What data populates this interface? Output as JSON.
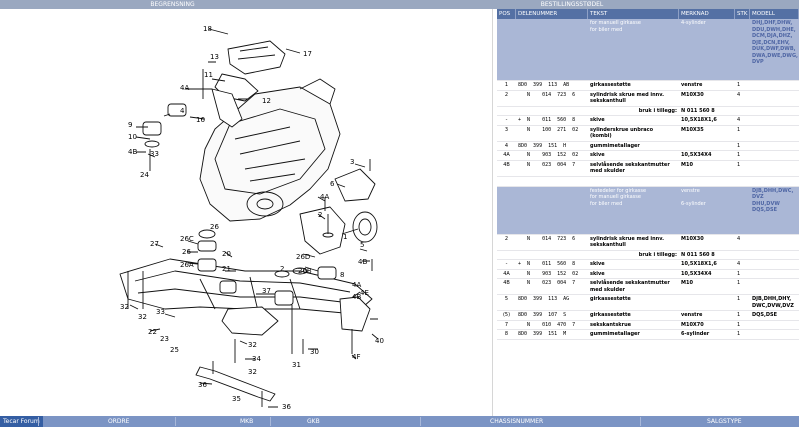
{
  "header": {
    "left": "BEGRENSNING",
    "right": "BESTILLINGSSTØDEL"
  },
  "table": {
    "columns": [
      "POS",
      "DELENUMMER",
      "TEKST",
      "MERKNAD",
      "STK",
      "MODELL"
    ],
    "group1": {
      "tekst": "for manuell girkasse\nfor biler med",
      "merknad": "4-sylinder",
      "modell": "DHJ,DHF,DHW,\nDDU,DWH,DHE,\nDCM,DJA,DHZ,\nDJE,DCN,EHV,\nDUK,DWF,DWB,\nDWA,DWE,DWG,\nDVP"
    },
    "rows1": [
      {
        "pos": "1",
        "del": "8D0  399  113  AB",
        "tekst": "girkassestøtte",
        "merknad": "venstre",
        "stk": "1",
        "modell": ""
      },
      {
        "pos": "2",
        "del": "   N    014  723  6",
        "tekst": "sylindrisk skrue med innv.\nsekskanthull",
        "merknad": "M10X30",
        "stk": "4",
        "modell": ""
      },
      {
        "pos": "",
        "del": "",
        "tekst": "bruk i tillegg:",
        "merknad": "N   011 560 8",
        "stk": "",
        "modell": ""
      },
      {
        "pos": "-",
        "del": "+  N    011  560  8",
        "tekst": "skive",
        "merknad": "10,5X18X1,6",
        "stk": "4",
        "modell": ""
      },
      {
        "pos": "3",
        "del": "   N    100  271  02",
        "tekst": "sylinderskrue unbraco\n(kombi)",
        "merknad": "M10X35",
        "stk": "1",
        "modell": ""
      },
      {
        "pos": "4",
        "del": "8D0  399  151  H",
        "tekst": "gummimetallager",
        "merknad": "",
        "stk": "1",
        "modell": ""
      },
      {
        "pos": "4A",
        "del": "   N    903  152  02",
        "tekst": "skive",
        "merknad": "10,5X34X4",
        "stk": "1",
        "modell": ""
      },
      {
        "pos": "4B",
        "del": "   N    023  004  7",
        "tekst": "selvlåsende sekskantmutter\nmed skulder",
        "merknad": "M10",
        "stk": "1",
        "modell": ""
      }
    ],
    "group2": {
      "tekst": "festedeler for girkasse\nfor manuell girkasse\nfor biler med",
      "merknad": "venstre\n\n6-sylinder",
      "modell": "DJB,DHH,DWC,\nDVZ\nDHU,DVW\nDQS,DSE"
    },
    "rows2": [
      {
        "pos": "2",
        "del": "   N    014  723  6",
        "tekst": "sylindrisk skrue med innv.\nsekskanthull",
        "merknad": "M10X30",
        "stk": "4",
        "modell": ""
      },
      {
        "pos": "",
        "del": "",
        "tekst": "bruk i tillegg:",
        "merknad": "N   011 560 8",
        "stk": "",
        "modell": ""
      },
      {
        "pos": "-",
        "del": "+  N    011  560  8",
        "tekst": "skive",
        "merknad": "10,5X18X1,6",
        "stk": "4",
        "modell": ""
      },
      {
        "pos": "4A",
        "del": "   N    903  152  02",
        "tekst": "skive",
        "merknad": "10,5X34X4",
        "stk": "1",
        "modell": ""
      },
      {
        "pos": "4B",
        "del": "   N    023  004  7",
        "tekst": "selvlåsende sekskantmutter\nmed skulder",
        "merknad": "M10",
        "stk": "1",
        "modell": ""
      },
      {
        "pos": "5",
        "del": "8D0  399  113  AG",
        "tekst": "girkassestøtte",
        "merknad": "",
        "stk": "1",
        "modell": "DJB,DHH,DHY,\nDWC,DVW,DVZ"
      },
      {
        "pos": "(5)",
        "del": "8D0  399  107  S",
        "tekst": "girkassestøtte",
        "merknad": "venstre",
        "stk": "1",
        "modell": "DQS,DSE"
      },
      {
        "pos": "7",
        "del": "   N    010  470  7",
        "tekst": "sekskantskrue",
        "merknad": "M10X70",
        "stk": "1",
        "modell": ""
      },
      {
        "pos": "8",
        "del": "8D0  399  151  M",
        "tekst": "gummimetallager",
        "merknad": "6-sylinder",
        "stk": "1",
        "modell": ""
      }
    ]
  },
  "diagram": {
    "labels": [
      "18",
      "17",
      "13",
      "11",
      "12",
      "4A",
      "16",
      "4",
      "9",
      "10",
      "4B",
      "33",
      "24",
      "3",
      "6",
      "4A",
      "2",
      "1",
      "5",
      "4B",
      "26C",
      "26",
      "26A",
      "20",
      "27",
      "26D",
      "26B",
      "32",
      "21",
      "37",
      "2",
      "33",
      "22",
      "23",
      "25",
      "30",
      "31",
      "32",
      "34",
      "36",
      "35",
      "36",
      "4E",
      "40",
      "4F",
      "32",
      "32",
      "8",
      "4A",
      "4B",
      "26"
    ]
  },
  "footer": {
    "brand": "Tecar Forum",
    "ordre": "ORDRE",
    "mkb": "MKB",
    "gkb": "GKB",
    "chassis": "CHASSISNUMMER",
    "salgstype": "SALGSTYPE"
  }
}
